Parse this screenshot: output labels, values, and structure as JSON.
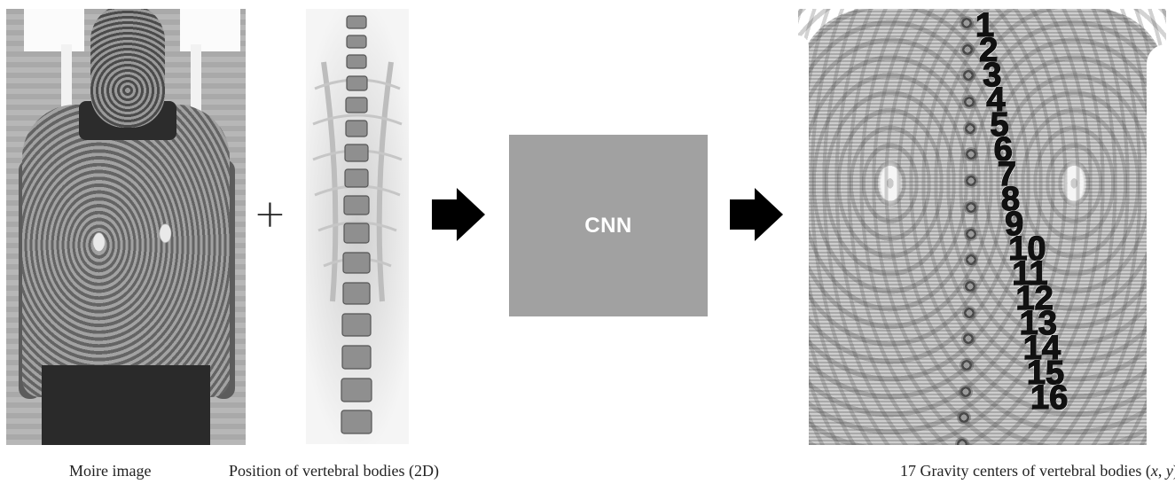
{
  "figure": {
    "plus_sign": "+",
    "cnn_label": "CNN",
    "captions": {
      "moire": "Moire image",
      "xray": "Position of vertebral bodies (2D)",
      "output_prefix": "17 Gravity centers of  vertebral bodies (",
      "output_x": "x",
      "output_sep": ", ",
      "output_y": "y",
      "output_suffix": ")"
    },
    "vertebra_labels": [
      "1",
      "2",
      "3",
      "4",
      "5",
      "6",
      "7",
      "8",
      "9",
      "10",
      "11",
      "12",
      "13",
      "14",
      "15",
      "16"
    ]
  },
  "colors": {
    "cnn_box": "#a1a1a1",
    "arrow": "#000000",
    "background": "#ffffff"
  }
}
